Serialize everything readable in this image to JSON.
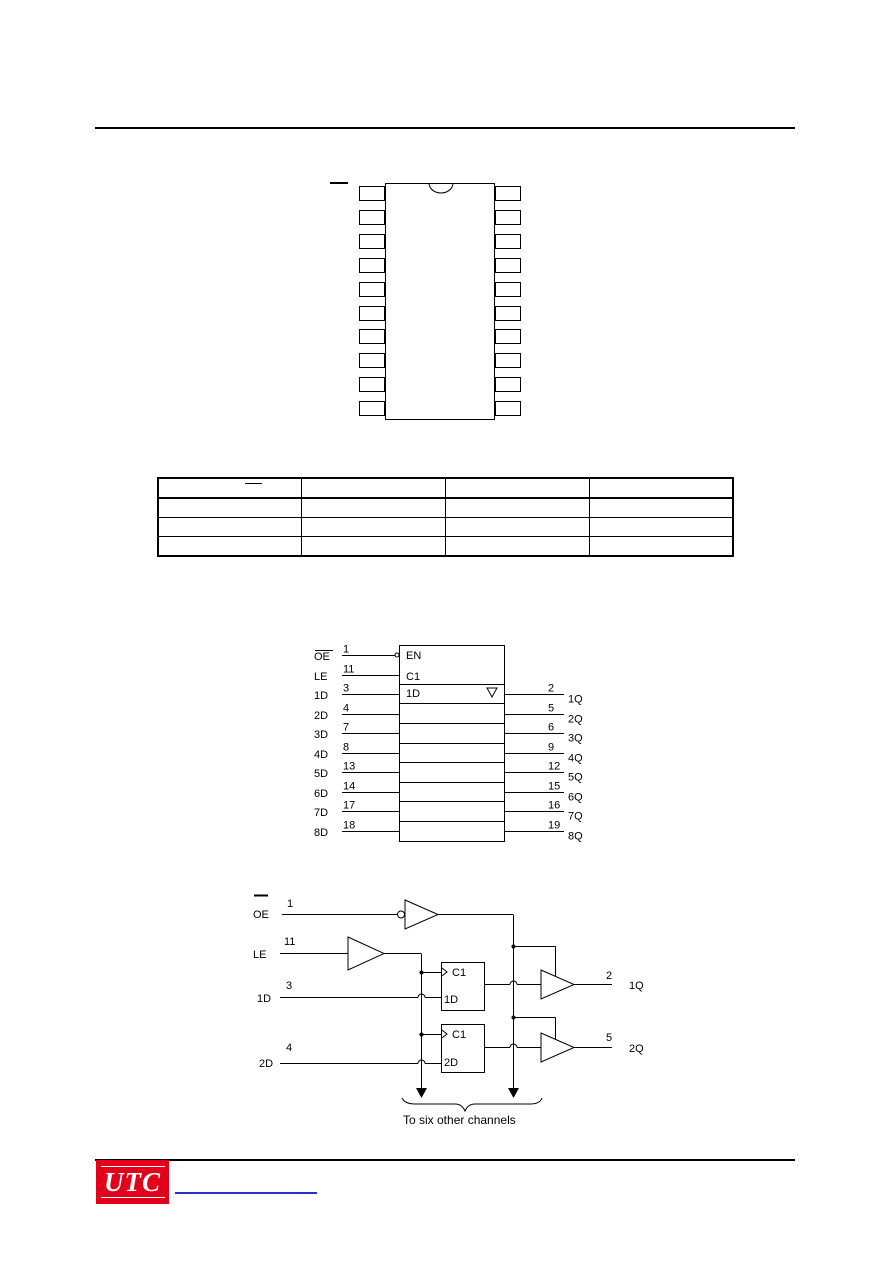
{
  "pin_diagram": {
    "pin_count_per_side": 10
  },
  "truth_table": {
    "rows": [
      [
        "",
        "",
        "",
        ""
      ],
      [
        "",
        "",
        "",
        ""
      ],
      [
        "",
        "",
        "",
        ""
      ],
      [
        "",
        "",
        "",
        ""
      ]
    ]
  },
  "logic_symbol": {
    "blocks": {
      "en": "EN",
      "c1": "C1",
      "d1": "1D"
    },
    "inputs": [
      {
        "label": "OE",
        "pin": "1"
      },
      {
        "label": "LE",
        "pin": "11"
      },
      {
        "label": "1D",
        "pin": "3"
      },
      {
        "label": "2D",
        "pin": "4"
      },
      {
        "label": "3D",
        "pin": "7"
      },
      {
        "label": "4D",
        "pin": "8"
      },
      {
        "label": "5D",
        "pin": "13"
      },
      {
        "label": "6D",
        "pin": "14"
      },
      {
        "label": "7D",
        "pin": "17"
      },
      {
        "label": "8D",
        "pin": "18"
      }
    ],
    "outputs": [
      {
        "label": "1Q",
        "pin": "2"
      },
      {
        "label": "2Q",
        "pin": "5"
      },
      {
        "label": "3Q",
        "pin": "6"
      },
      {
        "label": "4Q",
        "pin": "9"
      },
      {
        "label": "5Q",
        "pin": "12"
      },
      {
        "label": "6Q",
        "pin": "15"
      },
      {
        "label": "7Q",
        "pin": "16"
      },
      {
        "label": "8Q",
        "pin": "19"
      }
    ]
  },
  "logic_diagram": {
    "oe_label": "OE",
    "oe_pin": "1",
    "le_label": "LE",
    "le_pin": "11",
    "d1_label": "1D",
    "d1_pin": "3",
    "d2_label": "2D",
    "d2_pin": "4",
    "q1_label": "1Q",
    "q1_pin": "2",
    "q2_label": "2Q",
    "q2_pin": "5",
    "latch_c1": "C1",
    "latch1_d": "1D",
    "latch2_d": "2D",
    "note": "To six other channels"
  },
  "footer": {
    "logo_text": "UTC"
  },
  "colors": {
    "logo_red": "#e2001a",
    "link_blue": "#1f2fd0"
  }
}
